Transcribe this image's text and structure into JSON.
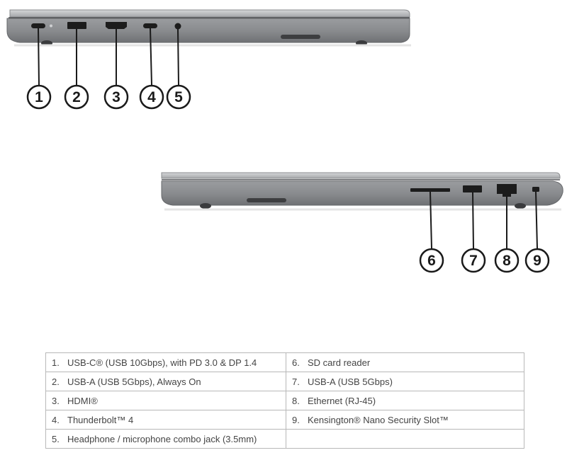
{
  "callouts": [
    "1",
    "2",
    "3",
    "4",
    "5",
    "6",
    "7",
    "8",
    "9"
  ],
  "ports": [
    {
      "num": "1.",
      "label": "USB-C® (USB 10Gbps), with PD 3.0 & DP 1.4"
    },
    {
      "num": "2.",
      "label": "USB-A (USB 5Gbps), Always On"
    },
    {
      "num": "3.",
      "label": "HDMI®"
    },
    {
      "num": "4.",
      "label": "Thunderbolt™ 4"
    },
    {
      "num": "5.",
      "label": "Headphone / microphone combo jack (3.5mm)"
    },
    {
      "num": "6.",
      "label": "SD card reader"
    },
    {
      "num": "7.",
      "label": "USB-A (USB 5Gbps)"
    },
    {
      "num": "8.",
      "label": "Ethernet (RJ-45)"
    },
    {
      "num": "9.",
      "label": "Kensington® Nano Security Slot™"
    }
  ],
  "colors": {
    "chassis": "#8d8f92",
    "chassis_light": "#c2c3c5",
    "port": "#1c1c1c",
    "leader": "#1a1a1a",
    "table_border": "#b8b8b8"
  }
}
